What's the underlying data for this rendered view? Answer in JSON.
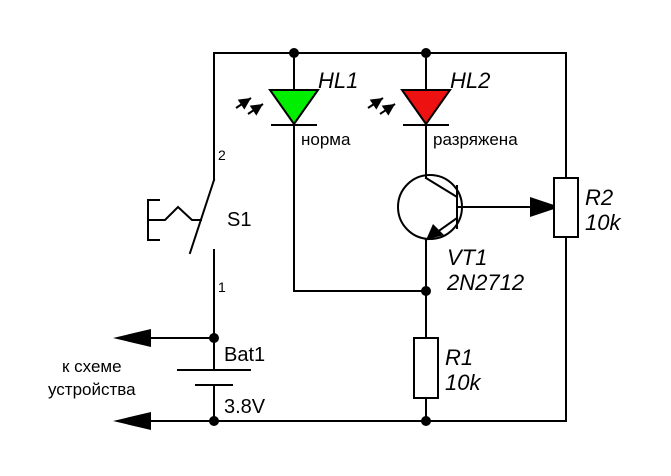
{
  "components": {
    "hl1": {
      "ref": "HL1",
      "note": "норма",
      "color": "#00ee00"
    },
    "hl2": {
      "ref": "HL2",
      "note": "разряжена",
      "color": "#ee1111"
    },
    "s1": {
      "ref": "S1",
      "pin_top": "2",
      "pin_bottom": "1"
    },
    "vt1": {
      "ref": "VT1",
      "part": "2N2712"
    },
    "r1": {
      "ref": "R1",
      "value": "10k"
    },
    "r2": {
      "ref": "R2",
      "value": "10k"
    },
    "bat1": {
      "ref": "Bat1",
      "voltage": "3.8V"
    }
  },
  "output_label": {
    "line1": "к схеме",
    "line2": "устройства"
  }
}
